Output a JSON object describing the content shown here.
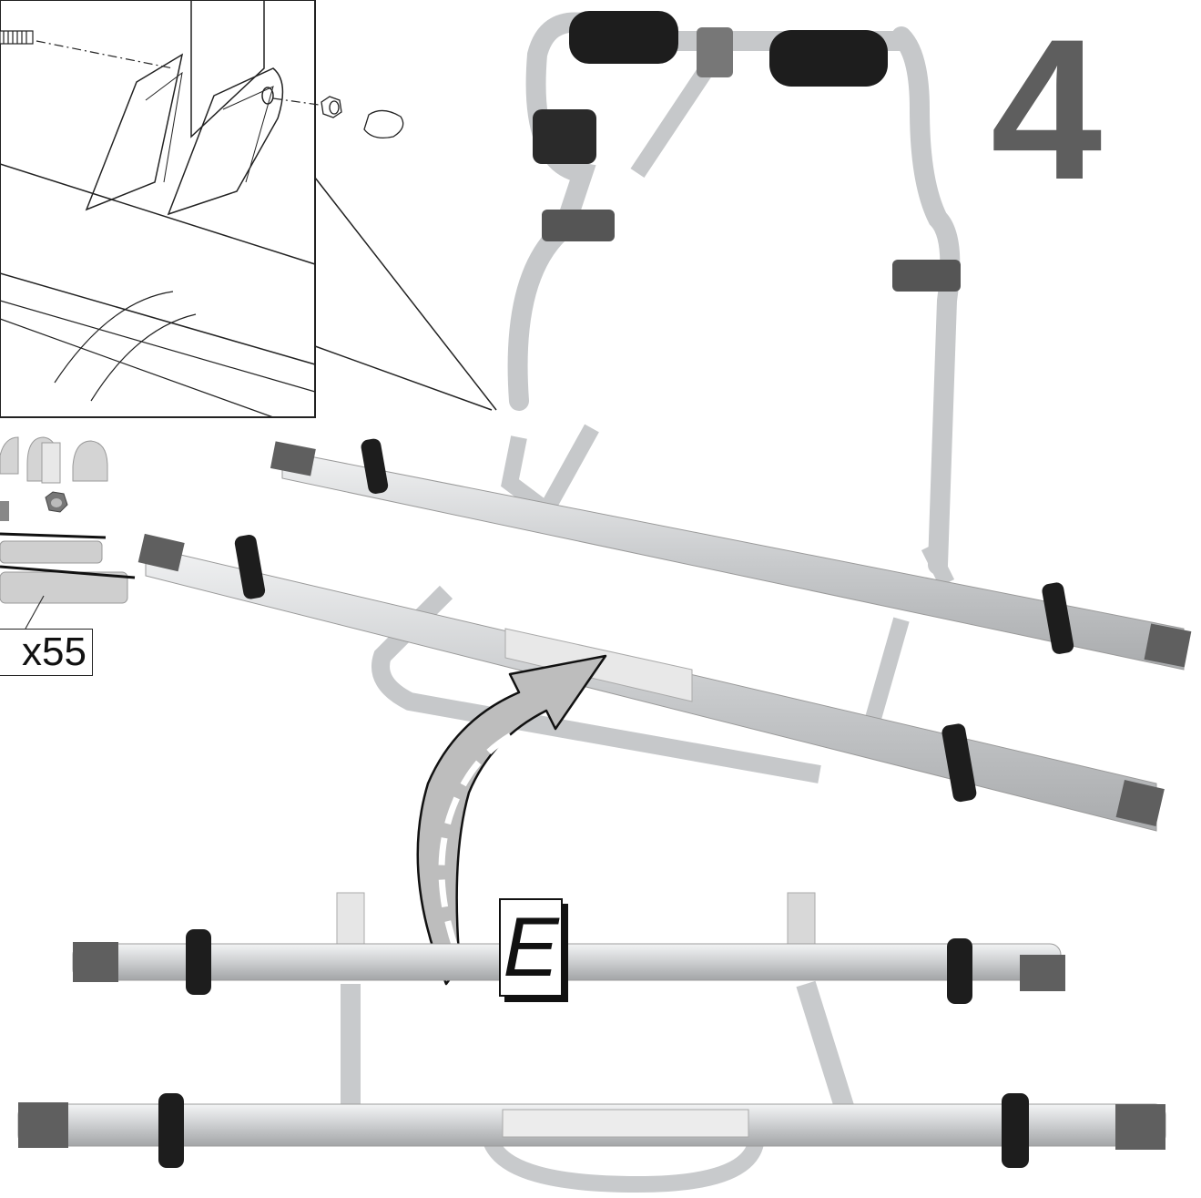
{
  "step": {
    "number": "4"
  },
  "callouts": {
    "bolt_size": "x55",
    "part_letter": "E"
  },
  "icons": [
    "detail-zoom-drawing",
    "hardware-parts",
    "bike-carrier-assembled",
    "curved-arrow",
    "bike-carrier-rails"
  ],
  "colors": {
    "step_number": "#5e5e5e",
    "line_art": "#222222",
    "aluminium": "#cfd1d3",
    "padding": "#1b1b1b",
    "end_cap": "#6a6a6a"
  }
}
